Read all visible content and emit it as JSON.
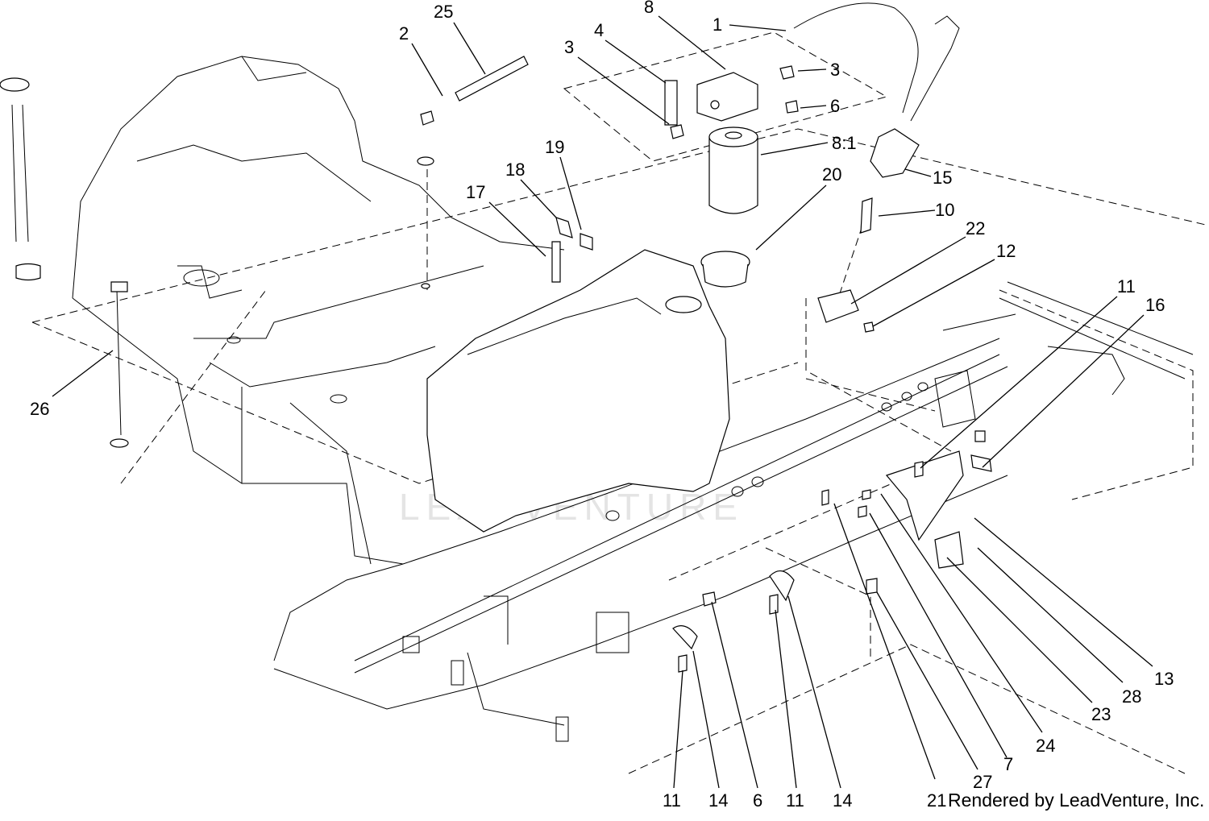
{
  "callouts": [
    {
      "label": "25"
    },
    {
      "label": "8"
    },
    {
      "label": "1"
    },
    {
      "label": "2"
    },
    {
      "label": "4"
    },
    {
      "label": "3"
    },
    {
      "label": "3"
    },
    {
      "label": "6"
    },
    {
      "label": "8:1"
    },
    {
      "label": "19"
    },
    {
      "label": "18"
    },
    {
      "label": "17"
    },
    {
      "label": "20"
    },
    {
      "label": "15"
    },
    {
      "label": "10"
    },
    {
      "label": "22"
    },
    {
      "label": "12"
    },
    {
      "label": "11"
    },
    {
      "label": "16"
    },
    {
      "label": "26"
    },
    {
      "label": "13"
    },
    {
      "label": "28"
    },
    {
      "label": "23"
    },
    {
      "label": "24"
    },
    {
      "label": "7"
    },
    {
      "label": "27"
    },
    {
      "label": "21"
    },
    {
      "label": "11"
    },
    {
      "label": "14"
    },
    {
      "label": "6"
    },
    {
      "label": "11"
    },
    {
      "label": "14"
    }
  ],
  "footer": {
    "credit": "Rendered by LeadVenture, Inc."
  },
  "watermark": {
    "text": "LEADVENTURE"
  }
}
